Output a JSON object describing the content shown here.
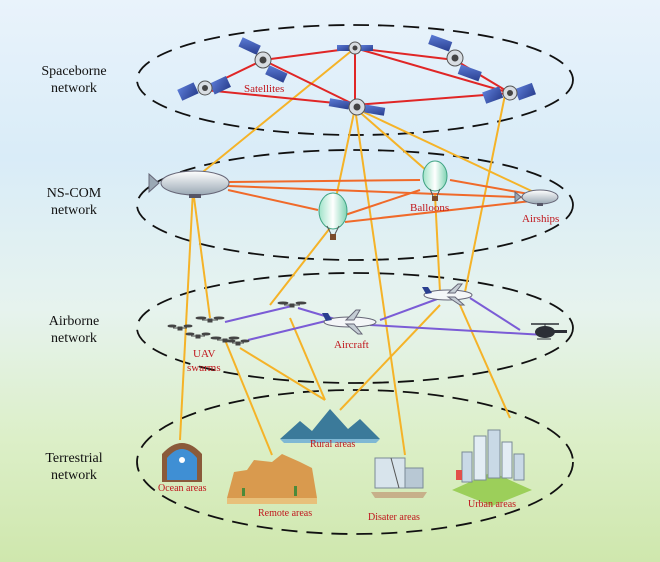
{
  "layers": {
    "spaceborne": "Spaceborne network",
    "ns_com": "NS-COM network",
    "airborne": "Airborne network",
    "terrestrial": "Terrestrial network"
  },
  "labels": {
    "satellites": "Satellites",
    "balloons": "Balloons",
    "airships": "Airships",
    "uav_line1": "UAV",
    "uav_line2": "swarms",
    "aircraft": "Aircraft",
    "ocean": "Ocean areas",
    "remote": "Remote areas",
    "rural": "Rural areas",
    "disaster": "Disater areas",
    "urban": "Urban areas"
  },
  "colors": {
    "space_links": "#e02626",
    "ns_links": "#f06a2a",
    "air_links": "#7b5cd6",
    "cross_links": "#f5b328",
    "labels": "#c0171d"
  }
}
